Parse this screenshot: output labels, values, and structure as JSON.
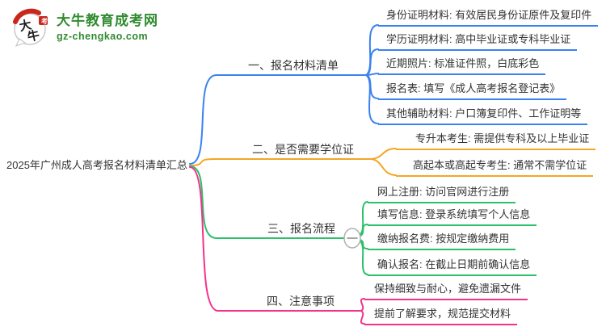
{
  "logo": {
    "title": "大牛教育成考网",
    "domain": "gz-chengkao.com",
    "icon_chars": "大牛",
    "brand_color": "#2f8b2f",
    "seal_color": "#c9271e"
  },
  "root": {
    "title": "2025年广州成人高考报名材料清单汇总"
  },
  "collapse": {
    "symbol": "−"
  },
  "branches": [
    {
      "label": "一、报名材料清单",
      "color": "#3b82f0",
      "leaves": [
        "身份证明材料: 有效居民身份证原件及复印件",
        "学历证明材料: 高中毕业证或专科毕业证",
        "近期照片: 标准证件照，白底彩色",
        "报名表: 填写《成人高考报名登记表》",
        "其他辅助材料: 户口簿复印件、工作证明等"
      ]
    },
    {
      "label": "二、是否需要学位证",
      "color": "#f5a623",
      "leaves": [
        "专升本考生: 需提供专科及以上毕业证",
        "高起本或高起专考生: 通常不需学位证"
      ]
    },
    {
      "label": "三、报名流程",
      "color": "#2bc06a",
      "leaves": [
        "网上注册: 访问官网进行注册",
        "填写信息: 登录系统填写个人信息",
        "缴纳报名费: 按规定缴纳费用",
        "确认报名: 在截止日期前确认信息"
      ]
    },
    {
      "label": "四、注意事项",
      "color": "#f4328c",
      "leaves": [
        "保持细致与耐心，避免遗漏文件",
        "提前了解要求，规范提交材料"
      ]
    }
  ]
}
